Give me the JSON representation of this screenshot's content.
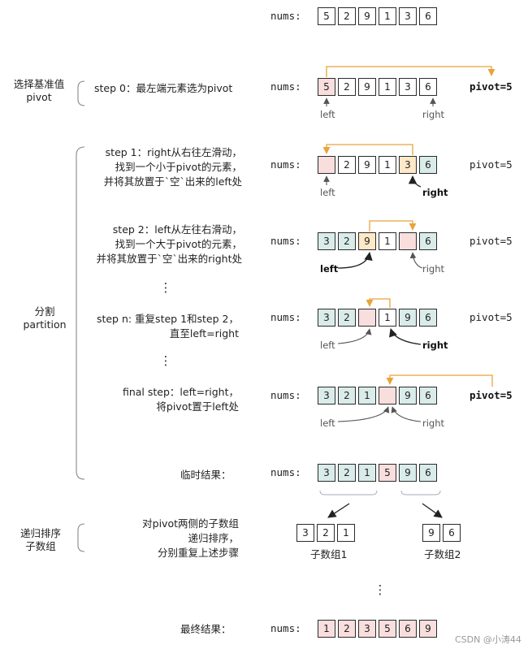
{
  "colors": {
    "pink": "#f9dede",
    "teal": "#d9ece9",
    "orange": "#fde9c8",
    "arrow": "#e8a33a",
    "line": "#555555"
  },
  "nums_label": "nums:",
  "pivot_label": "pivot=5",
  "rows": [
    {
      "cells": [
        "5",
        "2",
        "9",
        "1",
        "3",
        "6"
      ],
      "fills": [
        "",
        "",
        "",
        "",
        "",
        ""
      ]
    },
    {
      "cells": [
        "5",
        "2",
        "9",
        "1",
        "3",
        "6"
      ],
      "fills": [
        "pink",
        "",
        "",
        "",
        "",
        ""
      ]
    },
    {
      "cells": [
        "",
        "2",
        "9",
        "1",
        "3",
        "6"
      ],
      "fills": [
        "pink",
        "",
        "",
        "",
        "orange",
        "teal"
      ]
    },
    {
      "cells": [
        "3",
        "2",
        "9",
        "1",
        "",
        "6"
      ],
      "fills": [
        "teal",
        "teal",
        "orange",
        "",
        "pink",
        "teal"
      ]
    },
    {
      "cells": [
        "3",
        "2",
        "",
        "1",
        "9",
        "6"
      ],
      "fills": [
        "teal",
        "teal",
        "pink",
        "",
        "teal",
        "teal"
      ]
    },
    {
      "cells": [
        "3",
        "2",
        "1",
        "",
        "9",
        "6"
      ],
      "fills": [
        "teal",
        "teal",
        "teal",
        "pink",
        "teal",
        "teal"
      ]
    },
    {
      "cells": [
        "3",
        "2",
        "1",
        "5",
        "9",
        "6"
      ],
      "fills": [
        "teal",
        "teal",
        "teal",
        "pink",
        "teal",
        "teal"
      ]
    }
  ],
  "final_row": {
    "cells": [
      "1",
      "2",
      "3",
      "5",
      "6",
      "9"
    ],
    "fills": [
      "pink",
      "pink",
      "pink",
      "pink",
      "pink",
      "pink"
    ]
  },
  "sub1": [
    "3",
    "2",
    "1"
  ],
  "sub2": [
    "9",
    "6"
  ],
  "left_sections": {
    "choose": [
      "选择基准值",
      "pivot"
    ],
    "partition": [
      "分割",
      "partition"
    ],
    "recursive": [
      "递归排序",
      "子数组"
    ]
  },
  "steps": {
    "step0": "step 0：最左端元素选为pivot",
    "step1": [
      "step 1：right从右往左滑动，",
      "找到一个小于pivot的元素，",
      "并将其放置于`空`出来的left处"
    ],
    "step2": [
      "step 2：left从左往右滑动，",
      "找到一个大于pivot的元素，",
      "并将其放置于`空`出来的right处"
    ],
    "stepn": [
      "step n:  重复step 1和step 2，",
      "直至left=right"
    ],
    "final": [
      "final step：left=right，",
      "将pivot置于left处"
    ],
    "temp": "临时结果：",
    "recursive": [
      "对pivot两侧的子数组",
      "递归排序，",
      "分别重复上述步骤"
    ],
    "final_result": "最终结果："
  },
  "dots": "⋮",
  "pointer_left": "left",
  "pointer_right": "right",
  "sub1_label": "子数组1",
  "sub2_label": "子数组2",
  "watermark": "CSDN @小涛44"
}
